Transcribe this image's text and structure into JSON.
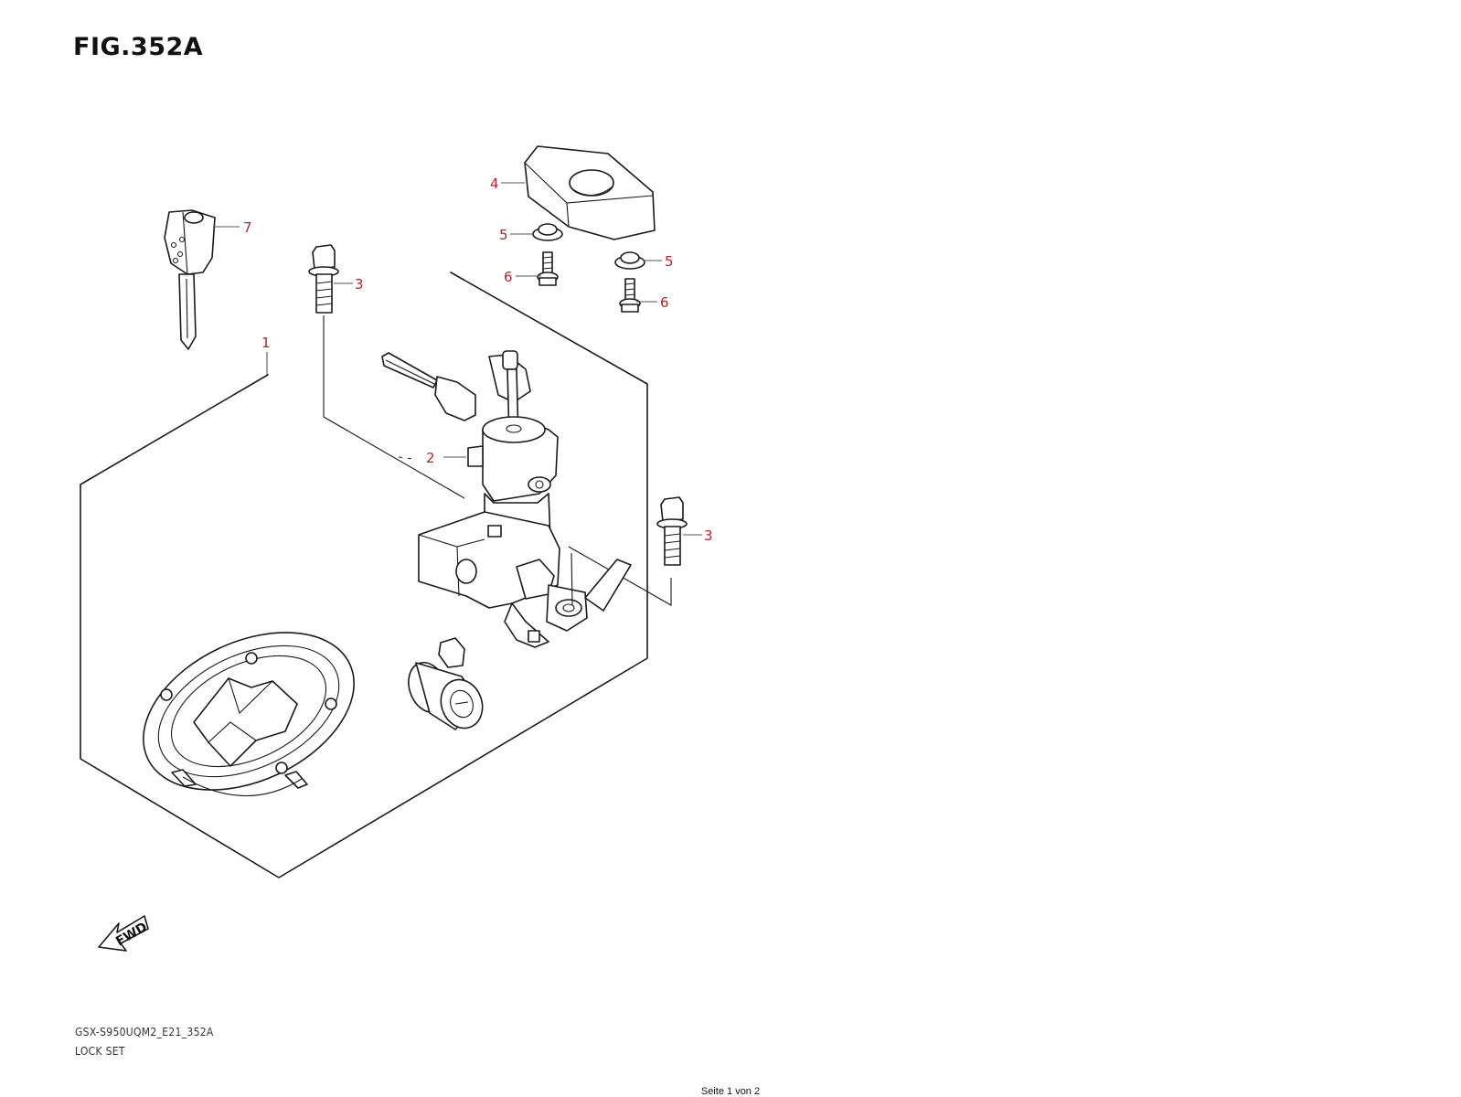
{
  "figure": {
    "title": "FIG.352A",
    "part_code": "GSX-S950UQM2_E21_352A",
    "part_name": "LOCK SET",
    "fwd_label": "FWD",
    "page_indicator": "Seite 1 von 2"
  },
  "callouts": [
    {
      "id": "callout-1",
      "number": "1"
    },
    {
      "id": "callout-2",
      "number": "2"
    },
    {
      "id": "callout-3a",
      "number": "3"
    },
    {
      "id": "callout-3b",
      "number": "3"
    },
    {
      "id": "callout-4",
      "number": "4"
    },
    {
      "id": "callout-5a",
      "number": "5"
    },
    {
      "id": "callout-5b",
      "number": "5"
    },
    {
      "id": "callout-6a",
      "number": "6"
    },
    {
      "id": "callout-6b",
      "number": "6"
    },
    {
      "id": "callout-7",
      "number": "7"
    }
  ],
  "colors": {
    "callout_number": "#b0242a",
    "line": "#1a1a1a",
    "background": "#ffffff"
  }
}
